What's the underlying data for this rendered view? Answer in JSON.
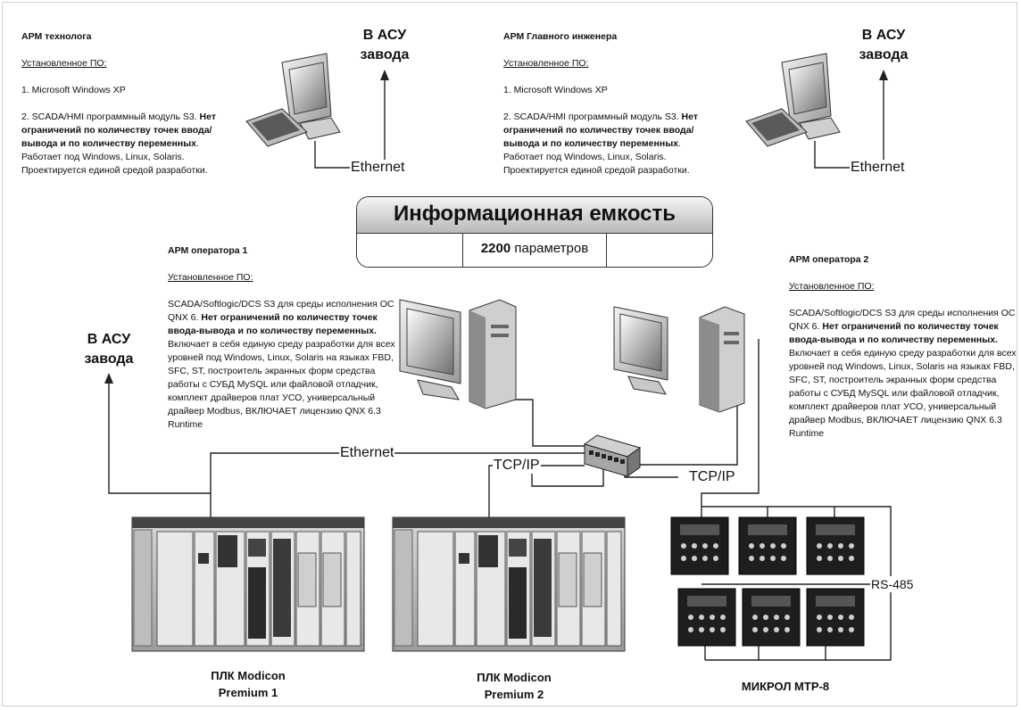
{
  "tech": {
    "title": "АРМ технолога",
    "installed": "Установленное ПО:",
    "item1": "1. Microsoft Windows XP",
    "item2_prefix": "2. SCADA/HMI программный модуль S3.",
    "item2_bold": "Нет ограничений по количеству точек ввода/ вывода и по количеству переменных",
    "item2_rest": ". Работает под Windows, Linux, Solaris. Проектируется единой средой разработки."
  },
  "chief": {
    "title": "АРМ Главного инженера",
    "installed": "Установленное ПО:",
    "item1": "1. Microsoft Windows XP",
    "item2_prefix": "2. SCADA/HMI программный модуль S3.",
    "item2_bold": "Нет ограничений по количеству точек ввода/ вывода и по количеству переменных",
    "item2_rest": ". Работает под Windows, Linux, Solaris. Проектируется единой средой разработки."
  },
  "op1": {
    "title": "АРМ оператора 1",
    "installed": "Установленное ПО:",
    "text_prefix": "SCADA/Softlogic/DCS S3 для среды исполнения ОС QNX 6.",
    "text_bold": "Нет ограничений по количеству точек ввода-вывода и по количеству переменных.",
    "text_rest": "Включает в себя единую среду разработки для всех уровней под Windows, Linux, Solaris на языках FBD, SFC, ST, построитель экранных форм средства работы с СУБД MySQL или файловой отладчик, комплект драйверов плат УСО, универсальный драйвер Modbus, ВКЛЮЧАЕТ лицензию QNX 6.3 Runtime"
  },
  "op2": {
    "title": "АРМ оператора 2",
    "installed": "Установленное ПО:",
    "text_prefix": "SCADA/Softlogic/DCS S3 для среды исполнения ОС QNX 6.",
    "text_bold": "Нет ограничений по количеству точек ввода-вывода и по количеству переменных.",
    "text_rest": "Включает в себя единую среду разработки для всех уровней под Windows, Linux, Solaris на языках FBD, SFC, ST, построитель экранных форм средства работы с СУБД MySQL или файловой отладчик, комплект драйверов плат УСО, универсальный драйвер Modbus, ВКЛЮЧАЕТ лицензию QNX 6.3 Runtime"
  },
  "asu": {
    "line1": "В АСУ",
    "line2": "завода"
  },
  "capacity": {
    "title": "Информационная емкость",
    "number": "2200",
    "unit": " параметров"
  },
  "network": {
    "ethernet": "Ethernet",
    "tcpip": "TCP/IP",
    "rs485": "RS-485"
  },
  "devices": {
    "plc1_line1": "ПЛК Modicon",
    "plc1_line2": "Premium 1",
    "plc2_line1": "ПЛК Modicon",
    "plc2_line2": "Premium 2",
    "mikrol": "МИКРОЛ МТР-8"
  },
  "colors": {
    "line": "#222222",
    "device_dark": "#1e1e1e",
    "device_light": "#e6e6e6"
  }
}
